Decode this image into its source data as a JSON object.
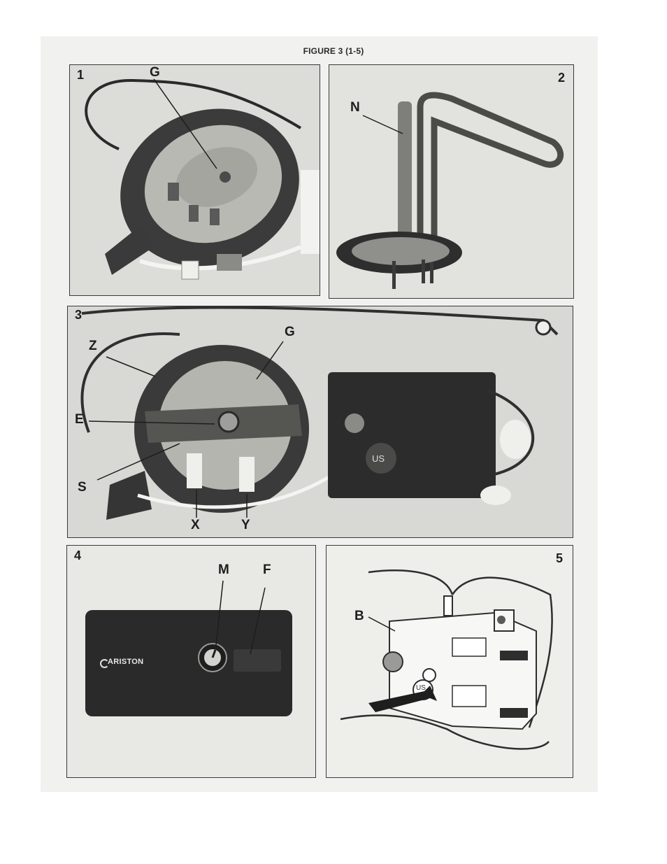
{
  "figure_title": "FIGURE 3 (1-5)",
  "panels": [
    {
      "number": "1",
      "labels": [
        "G"
      ]
    },
    {
      "number": "2",
      "labels": [
        "N"
      ]
    },
    {
      "number": "3",
      "labels": [
        "Z",
        "G",
        "E",
        "S",
        "X",
        "Y"
      ],
      "thermostat_mark": "US"
    },
    {
      "number": "4",
      "labels": [
        "M",
        "F"
      ],
      "brand": "ARISTON"
    },
    {
      "number": "5",
      "labels": [
        "B"
      ],
      "thermostat_mark": "US"
    }
  ]
}
